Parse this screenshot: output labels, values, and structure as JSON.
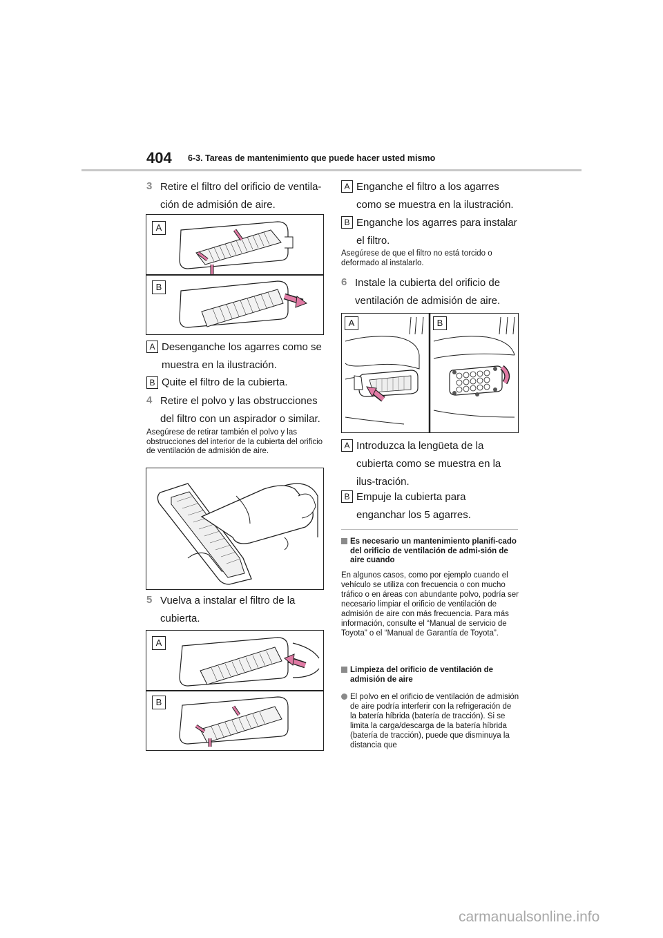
{
  "header": {
    "page_number": "404",
    "title": "6-3. Tareas de mantenimiento que puede hacer usted mismo"
  },
  "left": {
    "step3": {
      "num": "3",
      "text": "Retire el filtro del orificio de ventila-ción de admisión de aire."
    },
    "fig1": {
      "badge_a": "A",
      "badge_b": "B"
    },
    "a1": {
      "badge": "A",
      "text": "Desenganche los agarres como se muestra en la ilustración."
    },
    "b1": {
      "badge": "B",
      "text": "Quite el filtro de la cubierta."
    },
    "step4": {
      "num": "4",
      "text": "Retire el polvo y las obstrucciones del filtro con un aspirador o similar."
    },
    "note4": "Asegúrese de retirar también el polvo y las obstrucciones del interior de la cubierta del orificio de ventilación de admisión de aire.",
    "step5": {
      "num": "5",
      "text": "Vuelva a instalar el filtro de la cubierta."
    },
    "fig3": {
      "badge_a": "A",
      "badge_b": "B"
    }
  },
  "right": {
    "a2": {
      "badge": "A",
      "text": "Enganche el filtro a los agarres como se muestra en la ilustración."
    },
    "b2": {
      "badge": "B",
      "text": "Enganche los agarres para instalar el filtro."
    },
    "note5": "Asegúrese de que el filtro no está torcido o deformado al instalarlo.",
    "step6": {
      "num": "6",
      "text": "Instale la cubierta del orificio de ventilación de admisión de aire."
    },
    "fig4": {
      "badge_a": "A",
      "badge_b": "B"
    },
    "a3": {
      "badge": "A",
      "text": "Introduzca la lengüeta de la cubierta como se muestra en la ilus-tración."
    },
    "b3": {
      "badge": "B",
      "text": "Empuje la cubierta para enganchar los 5 agarres."
    },
    "section1": {
      "heading": "Es necesario un mantenimiento planifi-cado del orificio de ventilación de admi-sión de aire cuando",
      "body": "En algunos casos, como por ejemplo cuando el vehículo se utiliza con frecuencia o con mucho tráfico o en áreas con abundante polvo, podría ser necesario limpiar el orificio de ventilación de admisión de aire con más frecuencia. Para más información, consulte el “Manual de servicio de Toyota” o el “Manual de Garantía de Toyota”."
    },
    "section2": {
      "heading": "Limpieza del orificio de ventilación de admisión de aire",
      "bullet": "El polvo en el orificio de ventilación de admisión de aire podría interferir con la refrigeración de la batería híbrida (batería de tracción). Si se limita la carga/descarga de la batería híbrida (batería de tracción), puede que disminuya la distancia que"
    }
  },
  "watermark": "carmanualsonline.info"
}
